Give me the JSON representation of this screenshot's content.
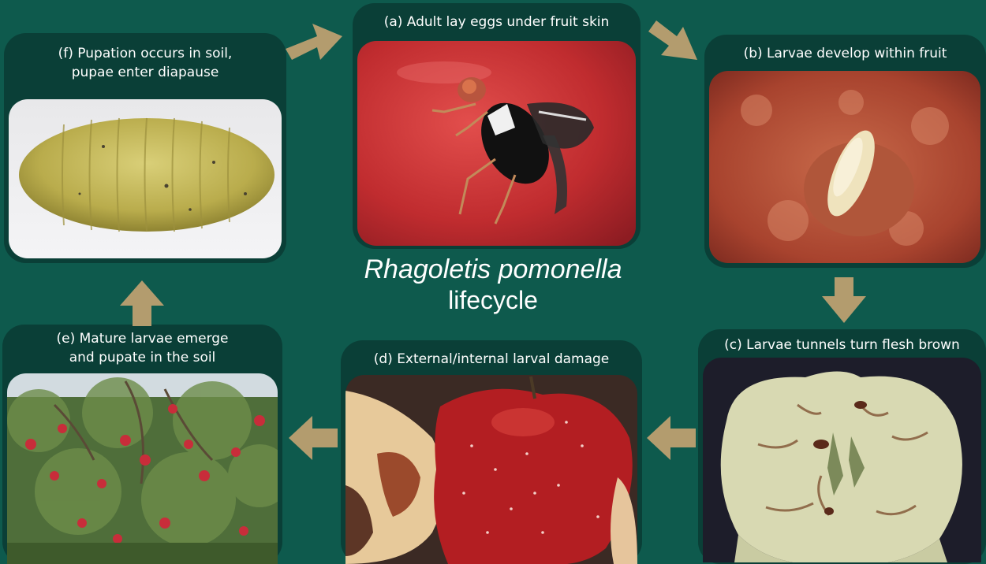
{
  "center": {
    "species": "Rhagoletis pomonella",
    "word": "lifecycle"
  },
  "stages": [
    {
      "id": "a",
      "caption": "(a) Adult lay eggs under fruit skin"
    },
    {
      "id": "b",
      "caption": "(b) Larvae develop within fruit"
    },
    {
      "id": "c",
      "caption": "(c) Larvae tunnels turn flesh brown"
    },
    {
      "id": "d",
      "caption": "(d) External/internal larval damage"
    },
    {
      "id": "e",
      "caption": "(e) Mature larvae emerge\n and pupate in the soil"
    },
    {
      "id": "f",
      "caption": "(f) Pupation occurs in soil,\npupae enter diapause"
    }
  ],
  "colors": {
    "background": "#0e5a4d",
    "card": "#0a3f37",
    "arrow": "#b39c6e",
    "text": "#ffffff"
  }
}
